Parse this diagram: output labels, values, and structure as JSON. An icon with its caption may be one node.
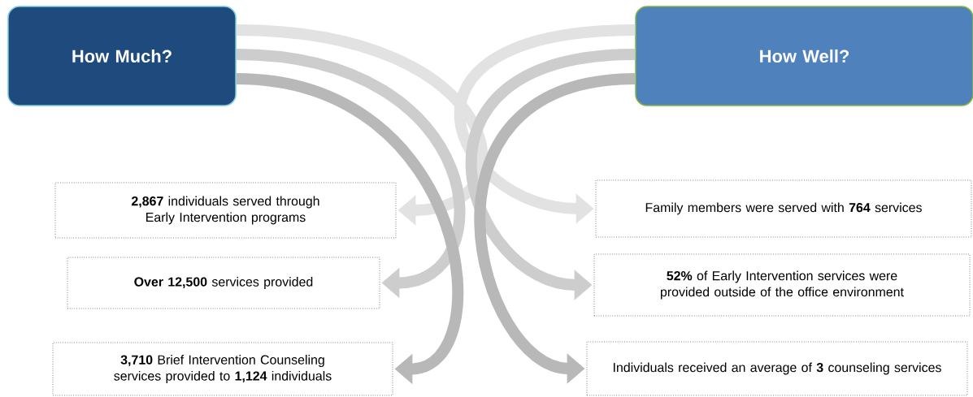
{
  "diagram": {
    "nodes": [
      {
        "text": [
          "How Much?"
        ]
      },
      {
        "text": [
          "How Well?"
        ]
      },
      {
        "text": [
          "**2,867** individuals served through Early Intervention programs"
        ]
      },
      {
        "text": [
          "**Over 12,500** services provided"
        ]
      },
      {
        "text": [
          "**3,710** Brief Intervention Counseling services provided to **1,124** individuals"
        ]
      },
      {
        "text": [
          "Family members were served with **764** services"
        ]
      },
      {
        "text": [
          "**52%** of Early Intervention services were provided outside of the office environment"
        ]
      },
      {
        "text": [
          "Individuals received an average of **3** counseling services"
        ]
      }
    ],
    "edges": [
      {
        "from": 0,
        "to": 2,
        "arrow": "to",
        "color": "#e2e2e2"
      },
      {
        "from": 0,
        "to": 3,
        "arrow": "to",
        "color": "#cdcdcd"
      },
      {
        "from": 0,
        "to": 4,
        "arrow": "to",
        "color": "#b8b8b8"
      },
      {
        "from": 1,
        "to": 5,
        "arrow": "to",
        "color": "#e2e2e2"
      },
      {
        "from": 1,
        "to": 6,
        "arrow": "to",
        "color": "#cdcdcd"
      },
      {
        "from": 1,
        "to": 7,
        "arrow": "to",
        "color": "#b8b8b8"
      }
    ]
  }
}
